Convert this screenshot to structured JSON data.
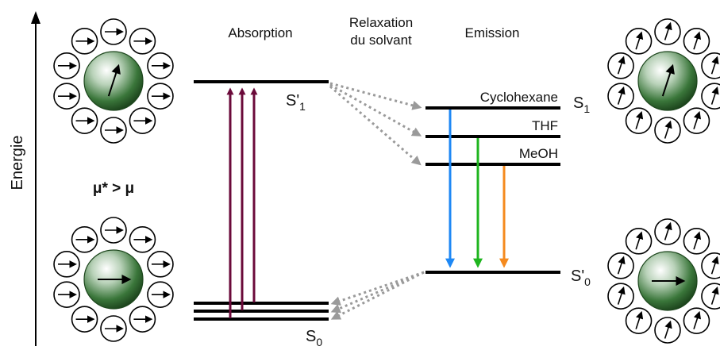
{
  "axis": {
    "label": "Energie"
  },
  "headers": {
    "absorption": "Absorption",
    "relaxation_line1": "Relaxation",
    "relaxation_line2": "du solvant",
    "emission": "Emission"
  },
  "levels": {
    "s1_prime": {
      "main": "S'",
      "sub": "1"
    },
    "s0": {
      "main": "S",
      "sub": "0"
    },
    "s1": {
      "main": "S",
      "sub": "1"
    },
    "s0_prime": {
      "main": "S'",
      "sub": "0"
    }
  },
  "solvents": [
    "Cyclohexane",
    "THF",
    "MeOH"
  ],
  "dipole_relation": "μ* > μ",
  "colors": {
    "absorption_arrow": "#6b0a3a",
    "cyclohexane": "#1e88f5",
    "thf": "#1fb51f",
    "meoh": "#f58a1e",
    "relaxation": "#9a9a9a",
    "solute_sphere": "#2e6a2e"
  }
}
